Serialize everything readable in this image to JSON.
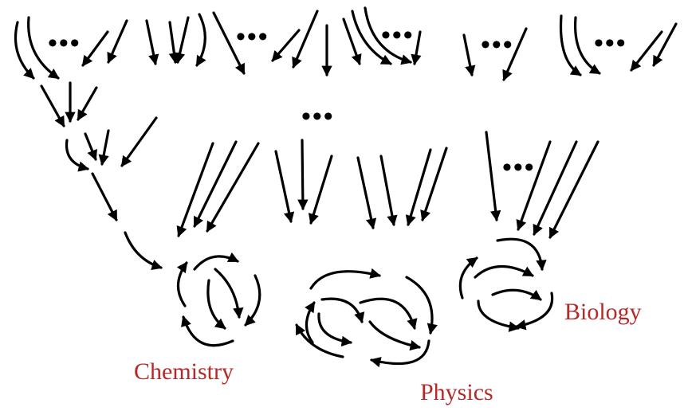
{
  "labels": {
    "chemistry": "Chemistry",
    "physics": "Physics",
    "biology": "Biology"
  },
  "ellipsis": "•••",
  "colors": {
    "arrow": "#000000",
    "label": "#b22a2a"
  }
}
